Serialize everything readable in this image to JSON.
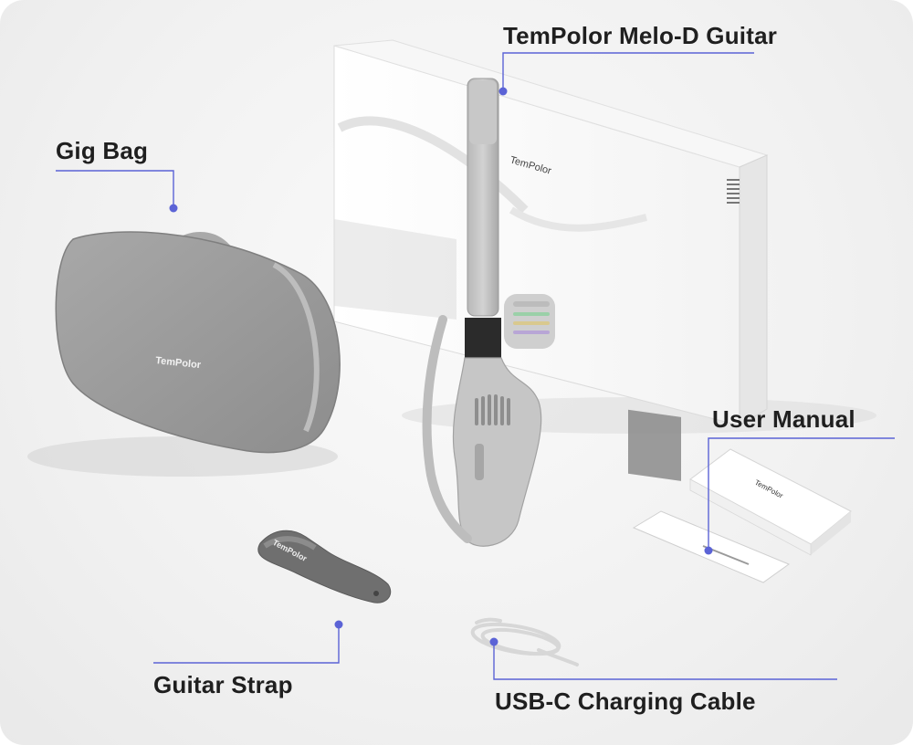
{
  "labels": {
    "guitar": "TemPolor Melo-D Guitar",
    "gig_bag": "Gig Bag",
    "user_manual": "User Manual",
    "guitar_strap": "Guitar Strap",
    "usb_cable": "USB-C Charging Cable"
  },
  "brand": {
    "box_logo": "TemPolor",
    "bag_logo": "TemPolor",
    "strap_logo": "TemPolor",
    "manual_box_logo": "TemPolor"
  },
  "colors": {
    "leader_line": "#5b63d6",
    "product_gray": "#9b9b9b"
  }
}
